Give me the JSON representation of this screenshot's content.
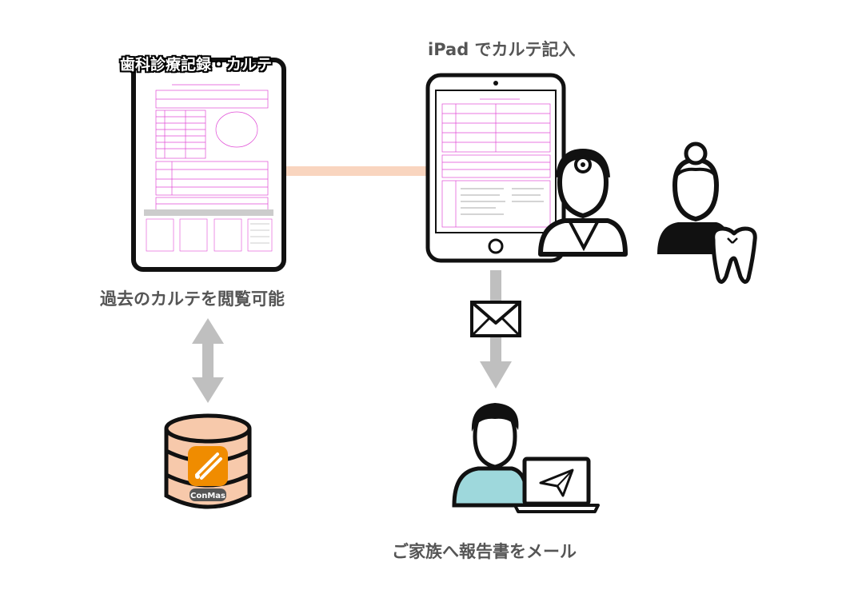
{
  "labels": {
    "doc_title": "歯科診療記録・カルテ",
    "ipad_entry": "iPad でカルテ記入",
    "past_records": "過去のカルテを閲覧可能",
    "family_report": "ご家族へ報告書をメール"
  },
  "database": {
    "app_name": "ConMas"
  },
  "colors": {
    "connector": "#f9d5bf",
    "arrow_gray": "#bfbfbf",
    "db_fill": "#f7c9ab",
    "app_orange": "#f08c00",
    "form_magenta": "#e04ad6",
    "person_teal": "#9ed8dc"
  }
}
